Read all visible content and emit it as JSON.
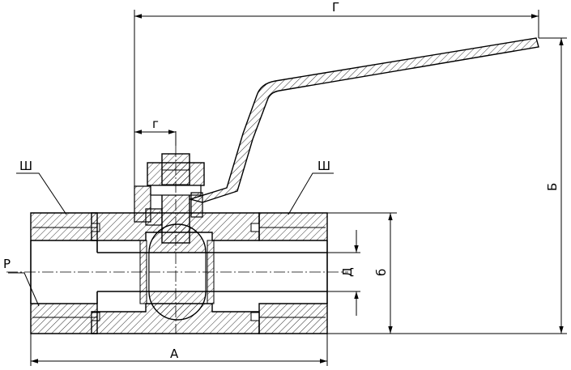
{
  "labels": {
    "dim_width_top": "Г",
    "dim_stem_offset": "г",
    "dim_height_total": "Б",
    "dim_height_body": "б",
    "dim_bore": "Д",
    "dim_length": "А",
    "hex_left": "Ш",
    "hex_right": "Ш",
    "thread": "Р"
  }
}
